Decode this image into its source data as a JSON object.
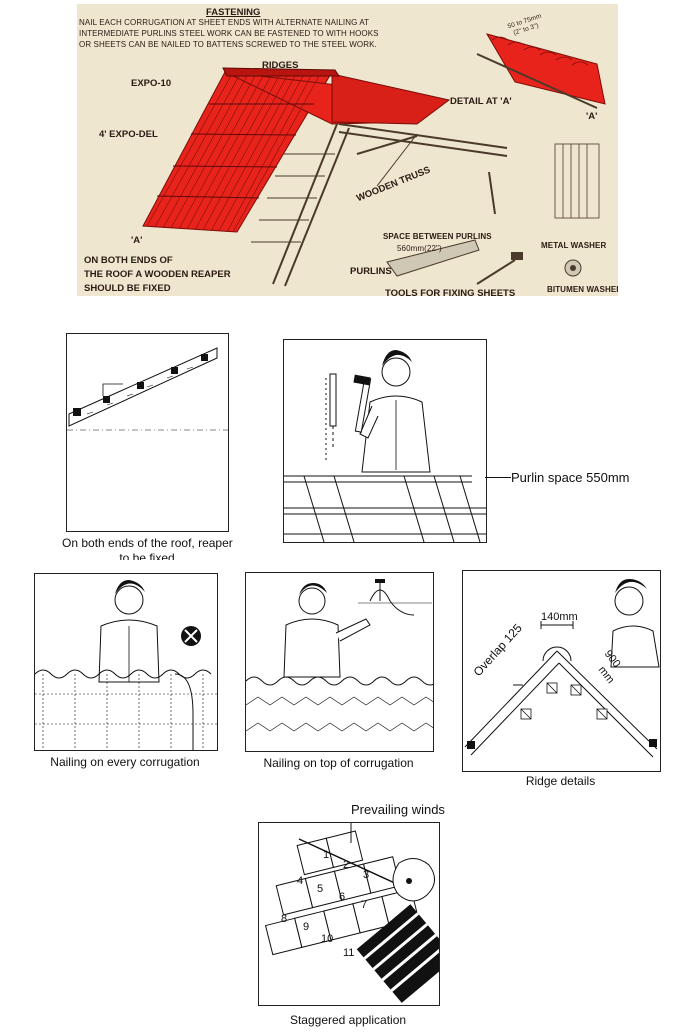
{
  "top_illustration": {
    "heading": "FASTENING",
    "instructions": [
      "NAIL EACH CORRUGATION AT SHEET ENDS WITH ALTERNATE NAILING AT",
      "INTERMEDIATE PURLINS STEEL WORK CAN BE FASTENED TO WITH HOOKS",
      "OR SHEETS CAN BE NAILED TO BATTENS SCREWED TO THE STEEL WORK."
    ],
    "labels": {
      "ridges": "RIDGES",
      "expo10": "EXPO-10",
      "expo_del": "4' EXPO-DEL",
      "detail_a": "DETAIL AT 'A'",
      "a_left": "'A'",
      "a_right": "'A'",
      "wooden_truss": "WOODEN TRUSS",
      "space_between_purlins": "SPACE BETWEEN PURLINS",
      "space_dim": "560mm(22\")",
      "purlins": "PURLINS",
      "metal_washer": "METAL WASHER",
      "bitumen_washer": "BITUMEN WASHER",
      "tools": "TOOLS FOR FIXING SHEETS",
      "detail_dim_1": "50 to 75mm",
      "detail_dim_2": "(2\" to 3\")",
      "reaper_note": [
        "ON BOTH ENDS OF",
        "THE ROOF A WOODEN REAPER",
        "SHOULD BE  FIXED"
      ]
    }
  },
  "panels": {
    "reaper": {
      "caption_line1": "On both ends of the roof, reaper",
      "caption_line2": "to be fixed"
    },
    "purlin": {
      "label": "Purlin space 550mm"
    },
    "nail_every": {
      "caption": "Nailing on every corrugation"
    },
    "nail_top": {
      "caption": "Nailing on top of corrugation"
    },
    "ridge": {
      "caption": "Ridge details",
      "overlap": "Overlap 125",
      "dim_140": "140mm",
      "dim_900": "900",
      "dim_900_unit": "mm"
    },
    "staggered": {
      "caption": "Staggered application",
      "winds": "Prevailing winds",
      "numbers": [
        "1",
        "2",
        "3",
        "4",
        "5",
        "6",
        "7",
        "8",
        "9",
        "10",
        "11"
      ]
    }
  },
  "colors": {
    "roof_red": "#e8231c",
    "paper": "#efe6cf",
    "ink": "#1a1a1a"
  }
}
